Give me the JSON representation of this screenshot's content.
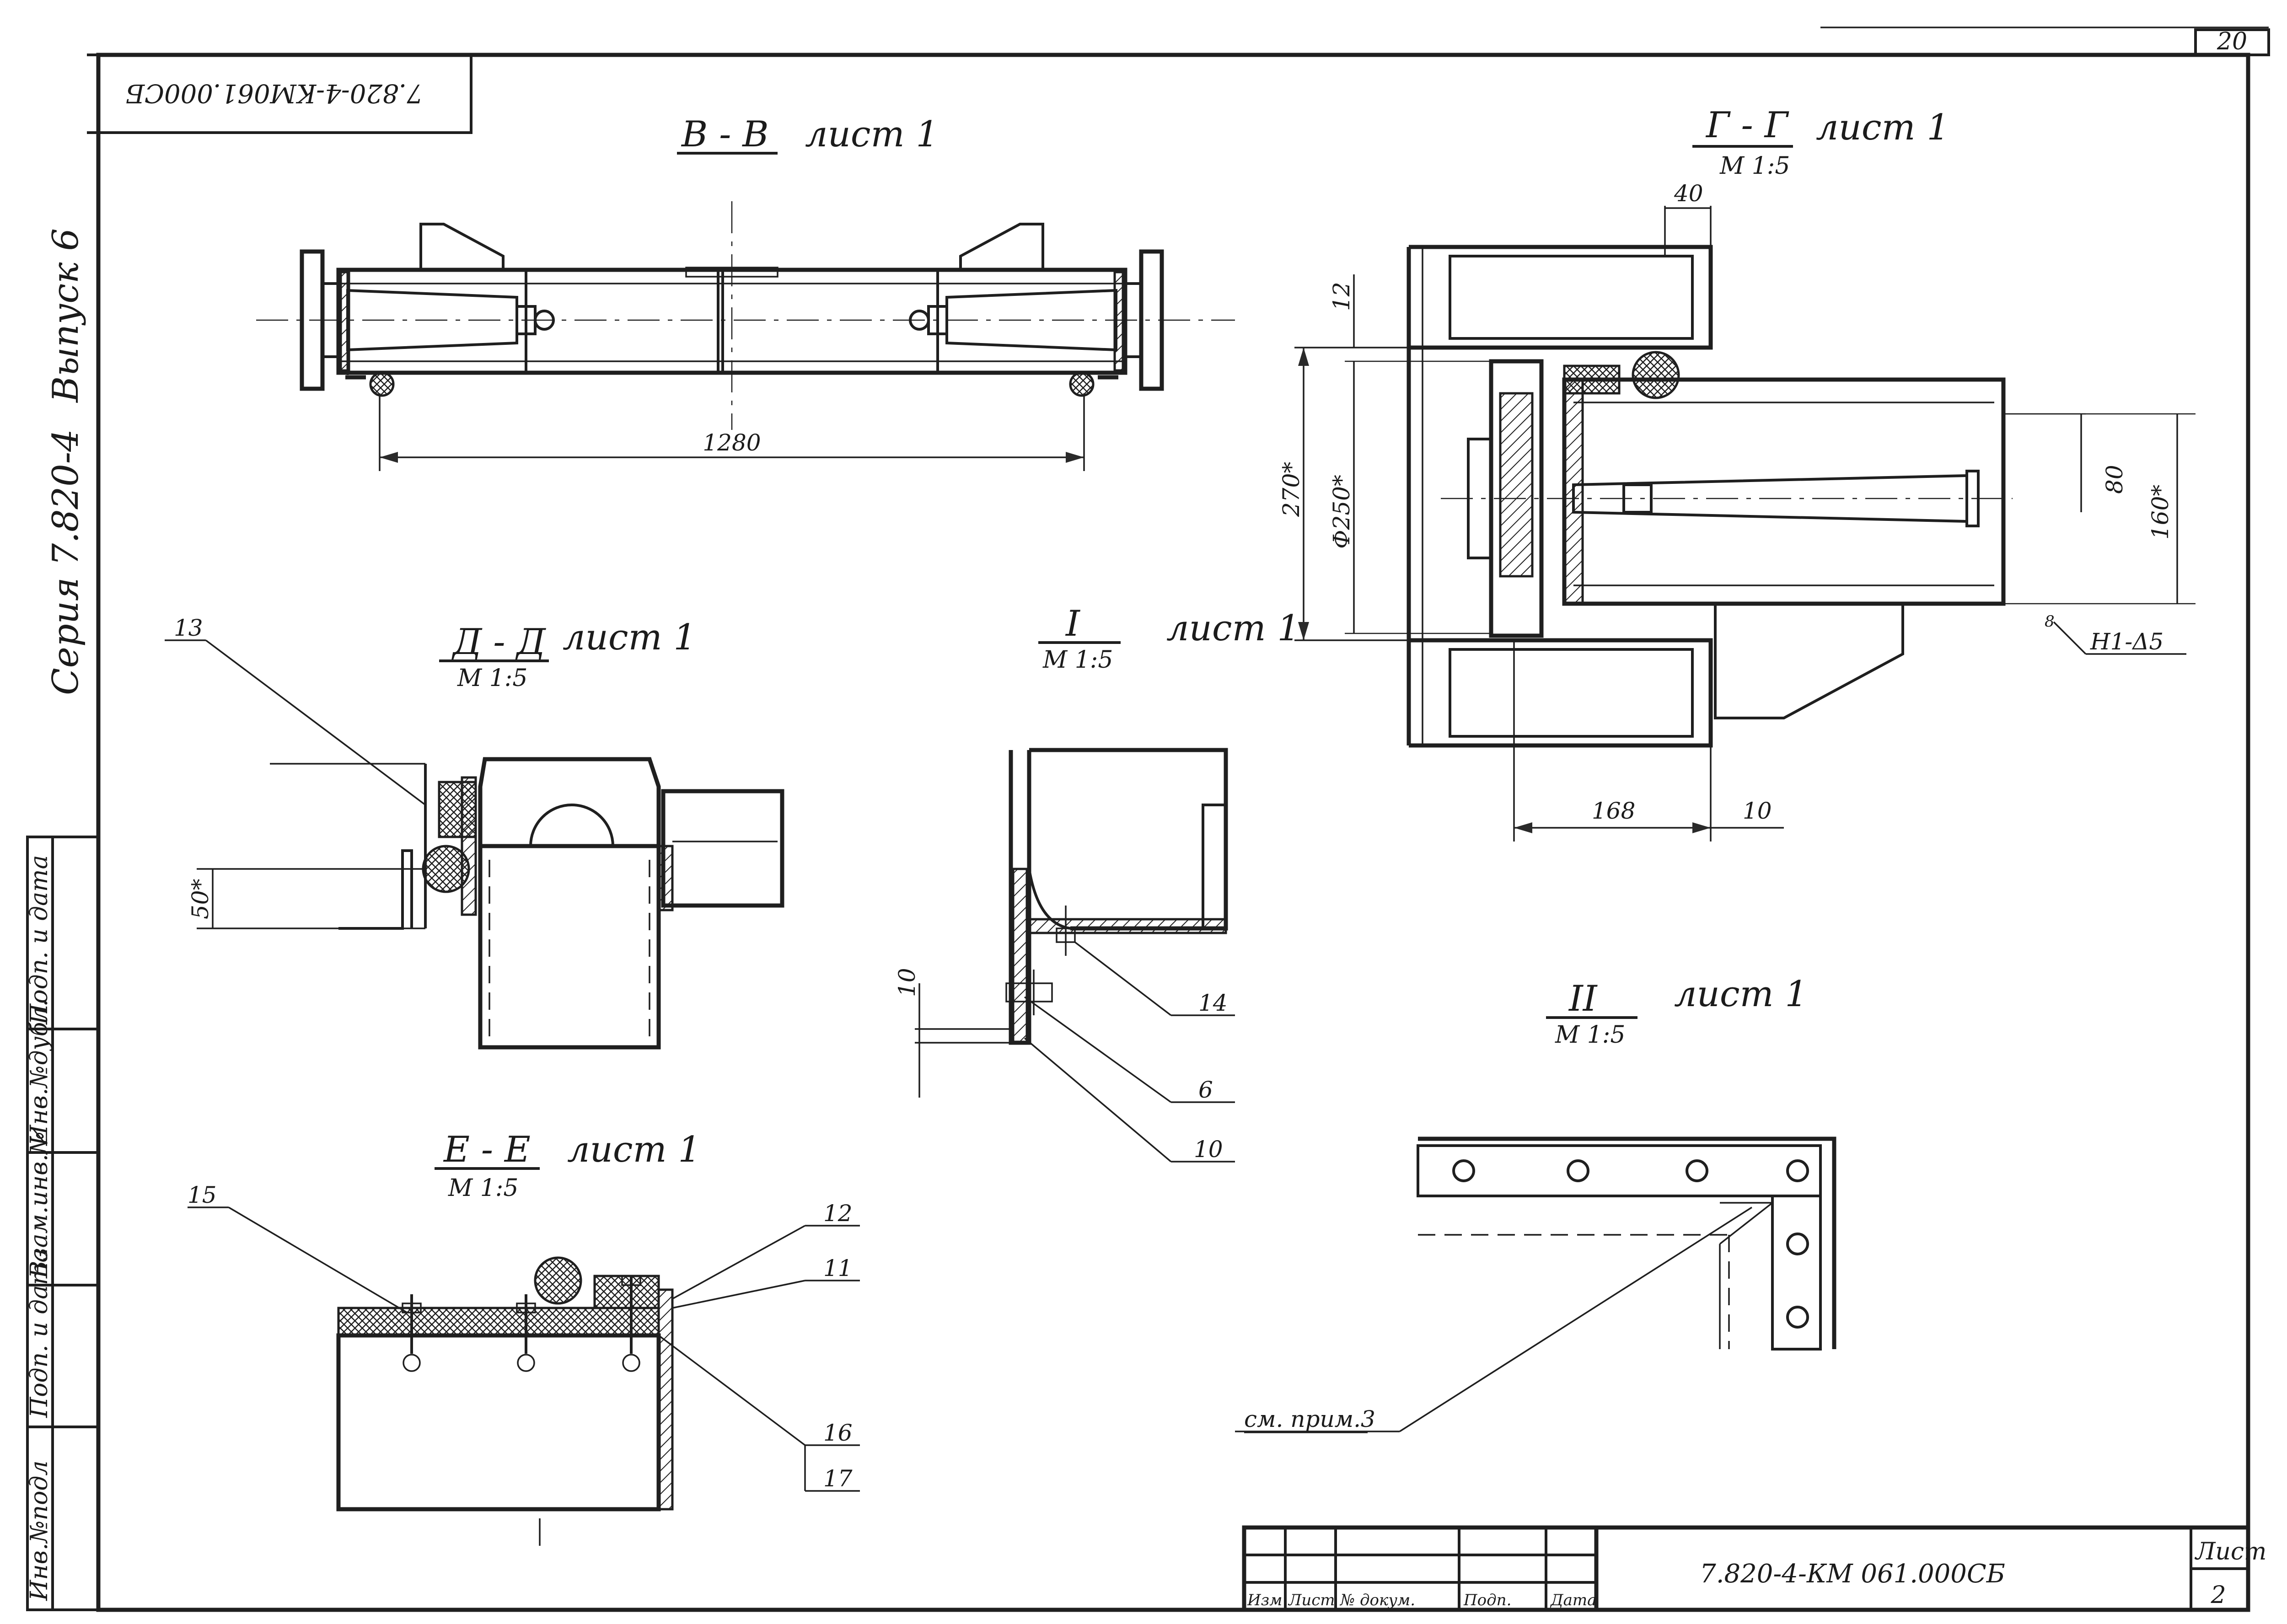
{
  "sheet": {
    "page_number": "20",
    "designation_rotated": "7.820-4-КМ061.000СБ",
    "designation": "7.820-4-КМ 061.000СБ",
    "series_margin": {
      "issue": "Выпуск 6",
      "series": "Серия  7.820-4"
    },
    "left_stamp": [
      "Инв.№подл",
      "Подп. и дата",
      "Взам.инв.№",
      "Инв.№дубл.",
      "Подп. и дата"
    ]
  },
  "views": {
    "vv": {
      "title": "В - В",
      "ref": "лист 1",
      "dims": [
        "1280"
      ]
    },
    "gg": {
      "title": "Г - Г",
      "ref": "лист 1",
      "scale": "М 1:5",
      "dims": [
        "40",
        "12",
        "270*",
        "Ф250*",
        "80",
        "160*",
        "8",
        "168",
        "10"
      ],
      "weld": "Н1-Δ5"
    },
    "dd": {
      "title": "Д - Д",
      "ref": "лист 1",
      "scale": "М 1:5",
      "dims": [
        "50*"
      ],
      "tags": [
        "13"
      ]
    },
    "i": {
      "title": "I",
      "ref": "лист 1",
      "scale": "М 1:5",
      "dims": [
        "10"
      ],
      "tags": [
        "14",
        "6",
        "10"
      ]
    },
    "ee": {
      "title": "Е - Е",
      "ref": "лист 1",
      "scale": "М 1:5",
      "tags": [
        "15",
        "12",
        "11",
        "16",
        "17"
      ]
    },
    "ii": {
      "title": "II",
      "ref": "лист 1",
      "scale": "М 1:5",
      "note": "см. прим.3"
    }
  },
  "title_block": {
    "headers": [
      "Изм",
      "Лист",
      "№ докум.",
      "Подп.",
      "Дата"
    ],
    "designation": "7.820-4-КМ 061.000СБ",
    "sheet_label": "Лист",
    "sheet_number": "2"
  }
}
